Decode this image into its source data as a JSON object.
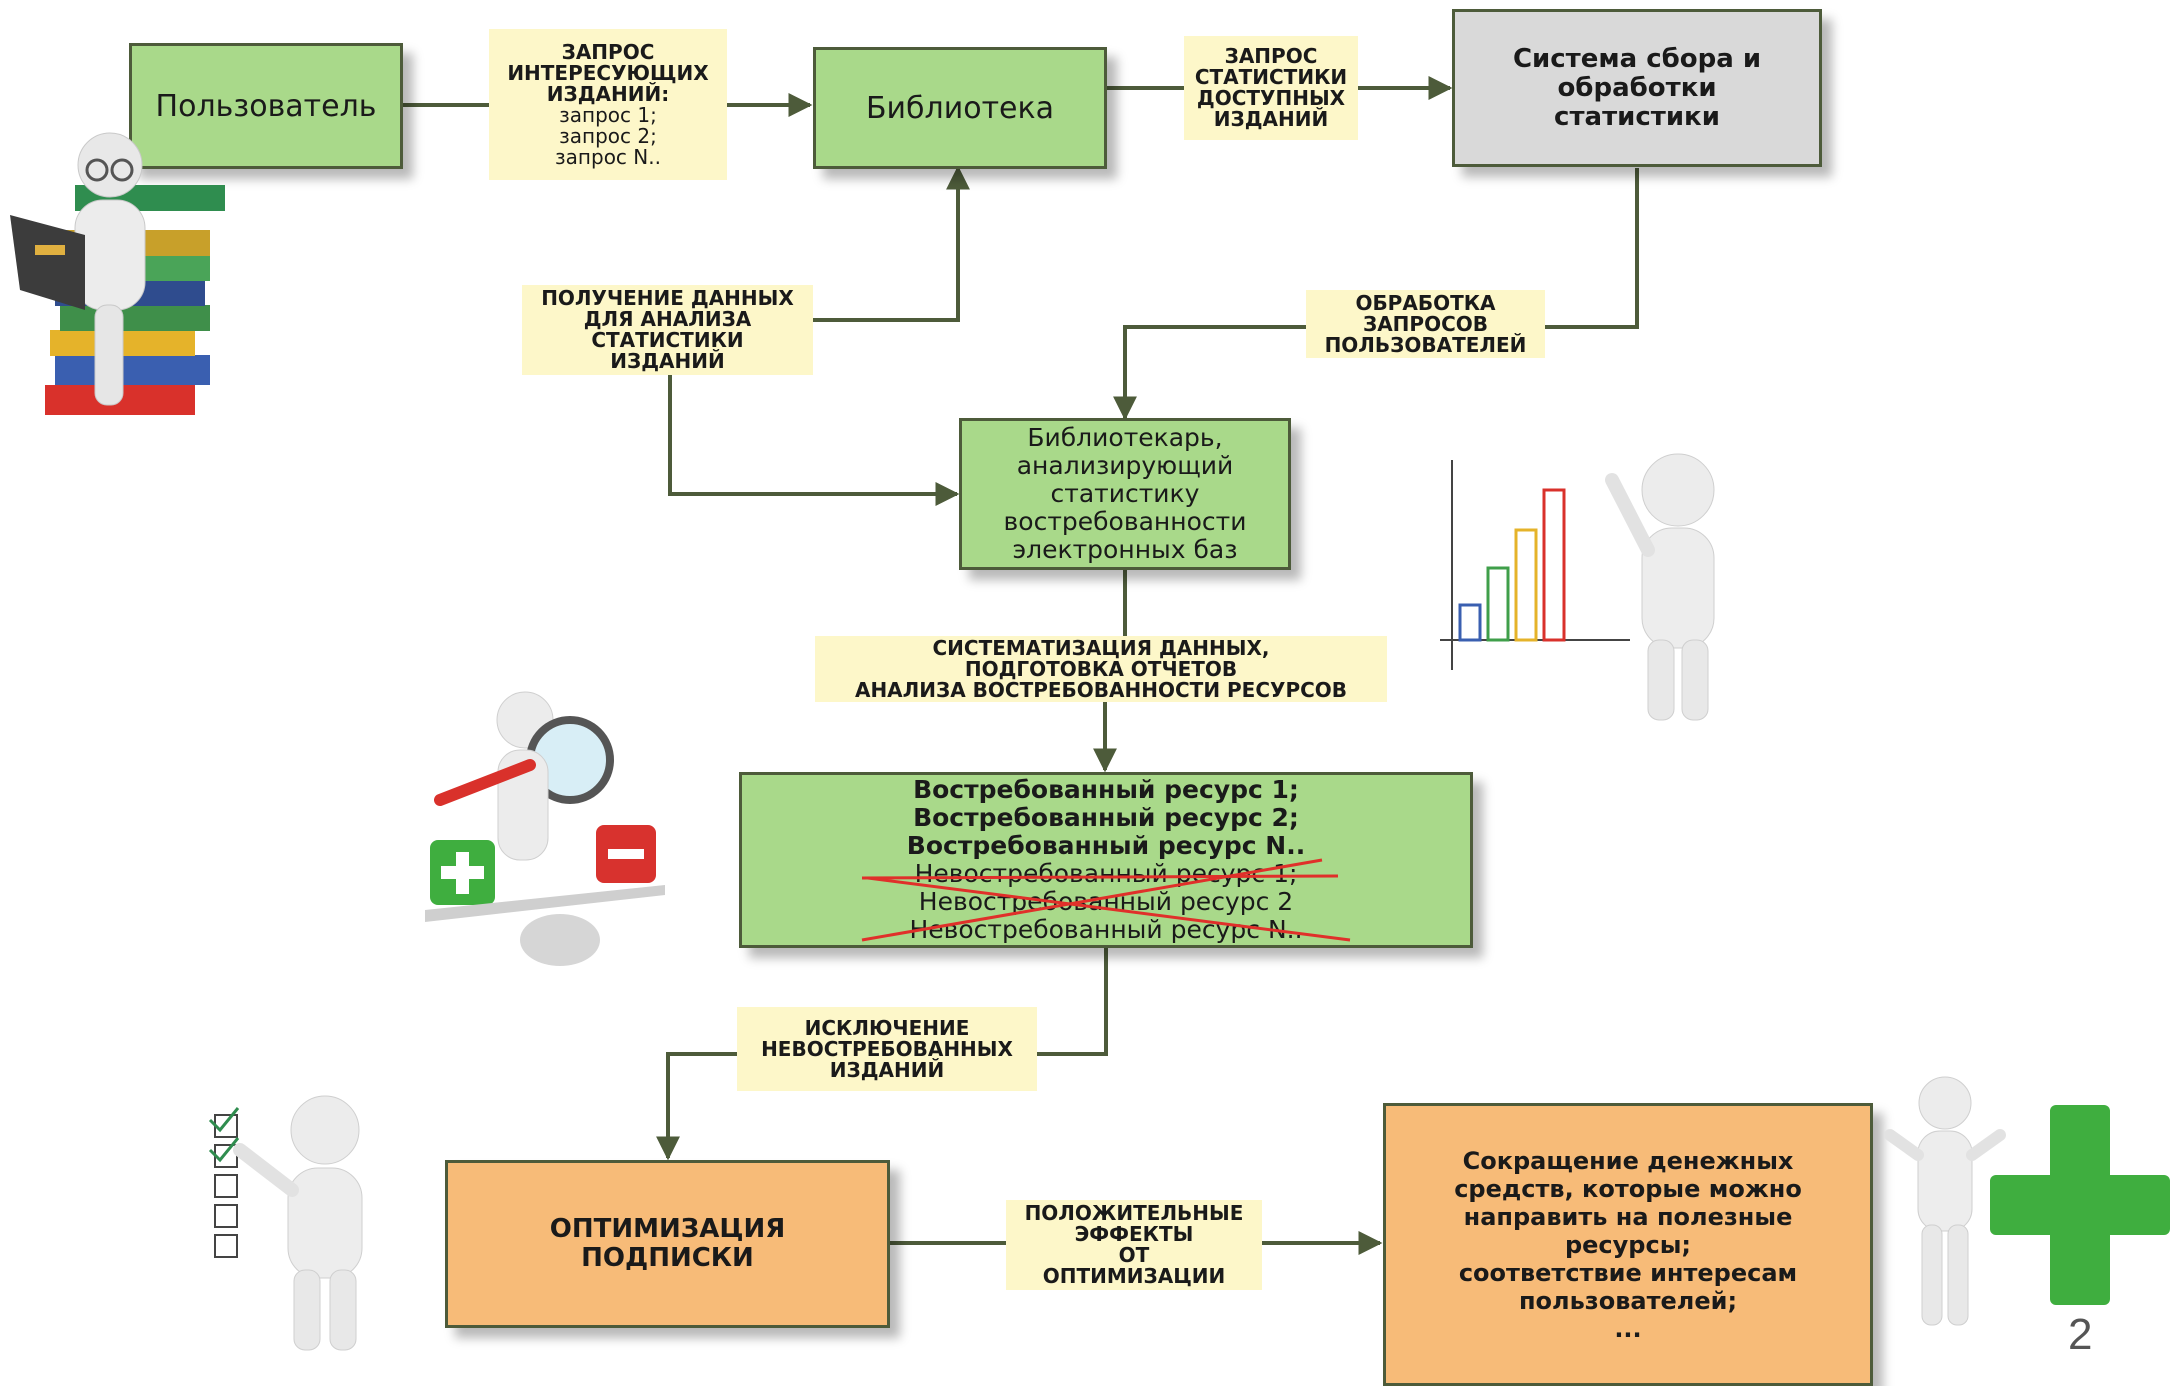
{
  "nodes": {
    "user": "Пользователь",
    "library": "Библиотека",
    "stats_system": [
      "Система сбора и",
      "обработки",
      "статистики"
    ],
    "librarian": [
      "Библиотекарь,",
      "анализирующий",
      "статистику",
      "востребованности",
      "электронных баз"
    ],
    "resources": {
      "in_demand": [
        "Востребованный ресурс 1;",
        "Востребованный ресурс 2;",
        "Востребованный ресурс N.."
      ],
      "not_in_demand": [
        "Невостребованный ресурс 1;",
        "Невостребованный ресурс 2",
        "Невостребованный ресурс N.."
      ]
    },
    "optimization": [
      "ОПТИМИЗАЦИЯ",
      "ПОДПИСКИ"
    ],
    "effects": [
      "Сокращение денежных",
      "средств, которые можно",
      "направить на полезные",
      "ресурсы;",
      "соответствие интересам",
      "пользователей;",
      "..."
    ]
  },
  "edges": {
    "request_titles": {
      "title": [
        "ЗАПРОС",
        "ИНТЕРЕСУЮЩИХ",
        "ИЗДАНИЙ:"
      ],
      "items": [
        "запрос 1;",
        "запрос 2;",
        "запрос N.."
      ]
    },
    "request_stats": [
      "ЗАПРОС",
      "СТАТИСТИКИ",
      "ДОСТУПНЫХ",
      "ИЗДАНИЙ"
    ],
    "get_data": [
      "ПОЛУЧЕНИЕ ДАННЫХ",
      "ДЛЯ АНАЛИЗА",
      "СТАТИСТИКИ",
      "ИЗДАНИЙ"
    ],
    "process_requests": [
      "ОБРАБОТКА",
      "ЗАПРОСОВ",
      "ПОЛЬЗОВАТЕЛЕЙ"
    ],
    "systematize": [
      "СИСТЕМАТИЗАЦИЯ ДАННЫХ,",
      "ПОДГОТОВКА ОТЧЕТОВ",
      "АНАЛИЗА ВОСТРЕБОВАННОСТИ РЕСУРСОВ"
    ],
    "exclude": [
      "ИСКЛЮЧЕНИЕ",
      "НЕВОСТРЕБОВАННЫХ",
      "ИЗДАНИЙ"
    ],
    "positive_effects": [
      "ПОЛОЖИТЕЛЬНЫЕ",
      "ЭФФЕКТЫ",
      "ОТ",
      "ОПТИМИЗАЦИИ"
    ]
  },
  "page_number": "2",
  "colors": {
    "box_green": "#a9d98a",
    "box_gray": "#d9d9d9",
    "box_orange": "#f7bb78",
    "label_bg": "#fdf7c9",
    "connector": "#4d5b3a",
    "strike": "#e0302a",
    "plus_green": "#3fae3f",
    "minus_red": "#d8322e"
  },
  "illustrations": [
    "reading-person-books-icon",
    "chart-drawing-person-icon",
    "magnifier-scale-person-icon",
    "checklist-person-icon",
    "thumbs-up-person-plus-icon"
  ]
}
